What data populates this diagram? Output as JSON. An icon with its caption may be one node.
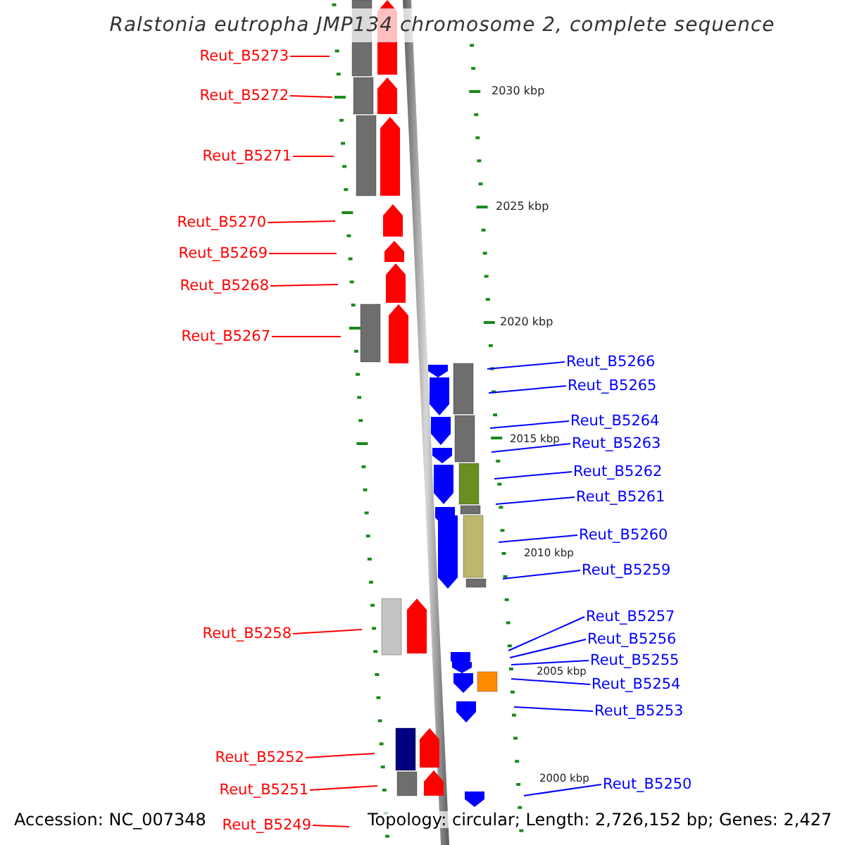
{
  "diagram": {
    "title": "Ralstonia eutropha JMP134 chromosome 2, complete sequence",
    "nodes": [
      {
        "text": [
          "Reut_B5273"
        ]
      },
      {
        "text": [
          "Reut_B5272"
        ]
      },
      {
        "text": [
          "Reut_B5271"
        ]
      },
      {
        "text": [
          "Reut_B5270"
        ]
      },
      {
        "text": [
          "Reut_B5269"
        ]
      },
      {
        "text": [
          "Reut_B5268"
        ]
      },
      {
        "text": [
          "Reut_B5267"
        ]
      },
      {
        "text": [
          "Reut_B5266"
        ]
      },
      {
        "text": [
          "Reut_B5265"
        ]
      },
      {
        "text": [
          "Reut_B5264"
        ]
      },
      {
        "text": [
          "Reut_B5263"
        ]
      },
      {
        "text": [
          "Reut_B5262"
        ]
      },
      {
        "text": [
          "Reut_B5261"
        ]
      },
      {
        "text": [
          "Reut_B5260"
        ]
      },
      {
        "text": [
          "Reut_B5259"
        ]
      },
      {
        "text": [
          "Reut_B5257"
        ]
      },
      {
        "text": [
          "Reut_B5258"
        ]
      },
      {
        "text": [
          "Reut_B5256"
        ]
      },
      {
        "text": [
          "Reut_B5255"
        ]
      },
      {
        "text": [
          "Reut_B5254"
        ]
      },
      {
        "text": [
          "Reut_B5253"
        ]
      },
      {
        "text": [
          "Reut_B5252"
        ]
      },
      {
        "text": [
          "Reut_B5250"
        ]
      },
      {
        "text": [
          "Reut_B5251"
        ]
      },
      {
        "text": [
          "Reut_B5249"
        ]
      }
    ],
    "edges": [
      {
        "from": 0,
        "to": null,
        "arrow": "none",
        "color": "#ff0000"
      },
      {
        "from": 1,
        "to": null,
        "arrow": "none",
        "color": "#ff0000"
      },
      {
        "from": 2,
        "to": null,
        "arrow": "none",
        "color": "#ff0000"
      },
      {
        "from": 3,
        "to": null,
        "arrow": "none",
        "color": "#ff0000"
      },
      {
        "from": 4,
        "to": null,
        "arrow": "none",
        "color": "#ff0000"
      },
      {
        "from": 5,
        "to": null,
        "arrow": "none",
        "color": "#ff0000"
      },
      {
        "from": 6,
        "to": null,
        "arrow": "none",
        "color": "#ff0000"
      },
      {
        "from": 7,
        "to": null,
        "arrow": "none"
      },
      {
        "from": 8,
        "to": null,
        "arrow": "none"
      },
      {
        "from": 9,
        "to": null,
        "arrow": "none"
      },
      {
        "from": 10,
        "to": null,
        "arrow": "none"
      },
      {
        "from": 11,
        "to": null,
        "arrow": "none"
      },
      {
        "from": 12,
        "to": null,
        "arrow": "none"
      },
      {
        "from": 13,
        "to": null,
        "arrow": "none"
      },
      {
        "from": 14,
        "to": null,
        "arrow": "none"
      },
      {
        "from": 15,
        "to": null,
        "arrow": "none"
      },
      {
        "from": 16,
        "to": null,
        "arrow": "none",
        "color": "#ff0000"
      },
      {
        "from": 17,
        "to": null,
        "arrow": "none"
      },
      {
        "from": 18,
        "to": null,
        "arrow": "none"
      },
      {
        "from": 19,
        "to": null,
        "arrow": "none"
      },
      {
        "from": 20,
        "to": null,
        "arrow": "none"
      },
      {
        "from": 21,
        "to": null,
        "arrow": "none",
        "color": "#ff0000"
      },
      {
        "from": 22,
        "to": null,
        "arrow": "none"
      },
      {
        "from": 23,
        "to": null,
        "arrow": "none",
        "color": "#ff0000"
      },
      {
        "from": 24,
        "to": null,
        "arrow": "none",
        "color": "#ff0000"
      }
    ],
    "labels": [
      "2030 kbp",
      "2025 kbp",
      "2020 kbp",
      "2015 kbp",
      "2010 kbp",
      "2005 kbp",
      "2000 kbp",
      "Accession: NC_007348",
      "Topology: circular; Length: 2,726,152 bp; Genes: 2,427"
    ]
  }
}
